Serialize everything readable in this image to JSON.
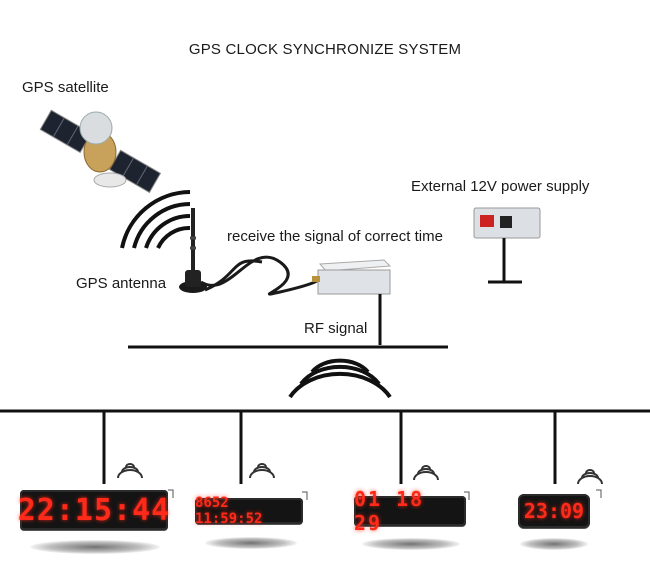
{
  "title": "GPS CLOCK SYNCHRONIZE SYSTEM",
  "labels": {
    "gps_satellite": "GPS satellite",
    "power_supply": "External 12V power supply",
    "receive_signal": "receive the signal of correct time",
    "gps_antenna": "GPS antenna",
    "rf_signal": "RF signal"
  },
  "clocks": [
    {
      "display": "22:15:44"
    },
    {
      "display": "8652 11:59:52"
    },
    {
      "display": "01 18 29"
    },
    {
      "display": "23:09"
    }
  ]
}
